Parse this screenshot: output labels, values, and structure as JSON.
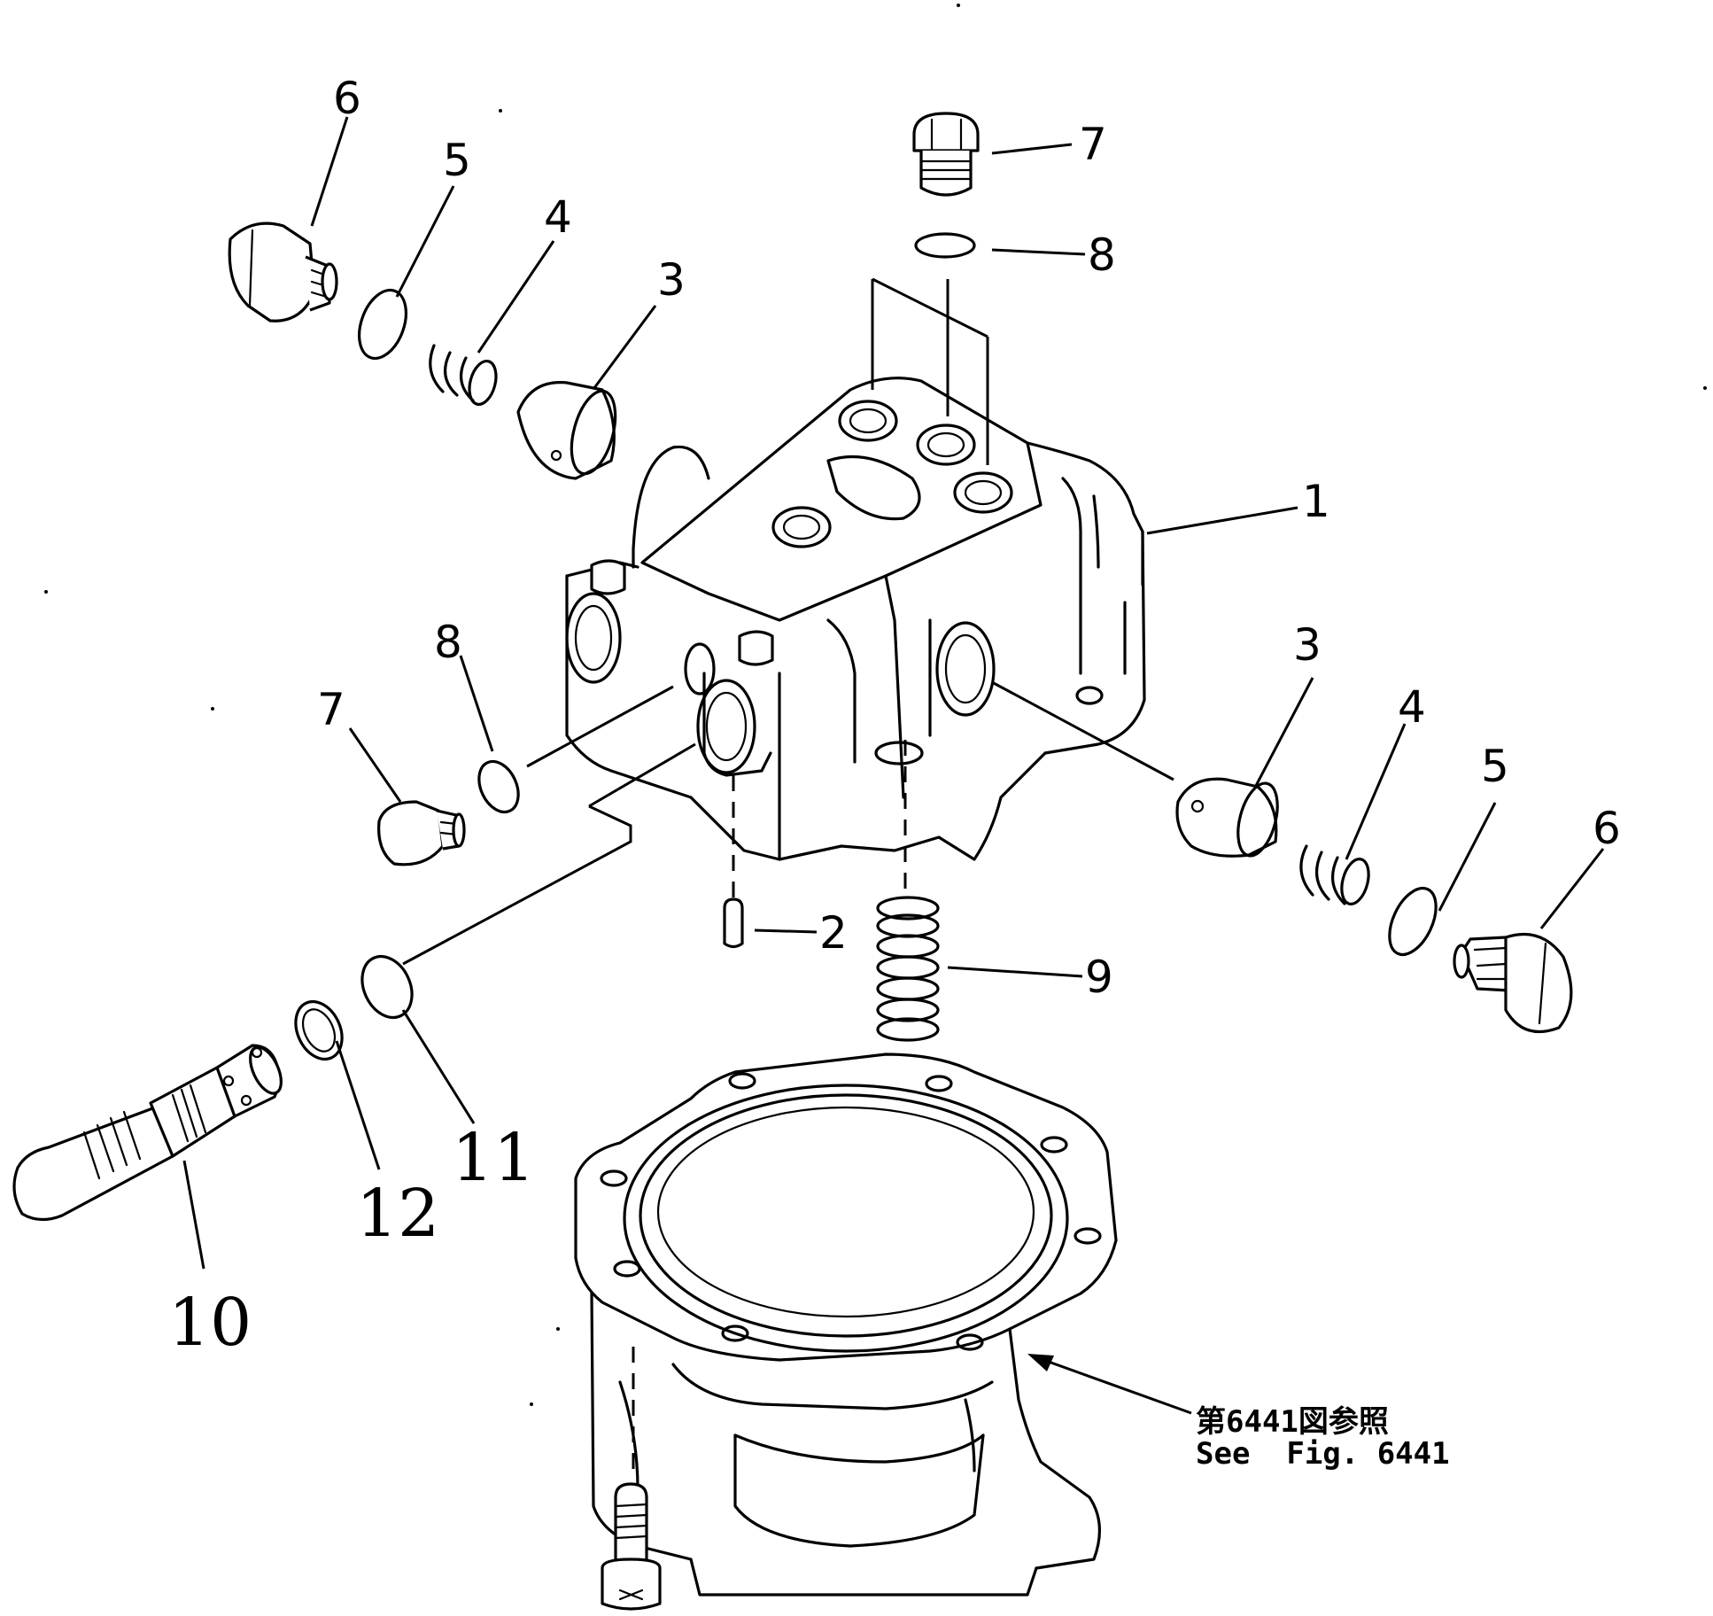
{
  "diagram": {
    "callouts": {
      "c1": "1",
      "c2": "2",
      "c3_top": "3",
      "c3_right": "3",
      "c4_top": "4",
      "c4_right": "4",
      "c5_top": "5",
      "c5_right": "5",
      "c6_top": "6",
      "c6_right": "6",
      "c7_top": "7",
      "c7_left": "7",
      "c8_top": "8",
      "c8_left": "8",
      "c9": "9",
      "c10": "10",
      "c11": "11",
      "c12": "12"
    },
    "reference": {
      "jp": "第6441図参照",
      "en": "See  Fig. 6441"
    }
  }
}
